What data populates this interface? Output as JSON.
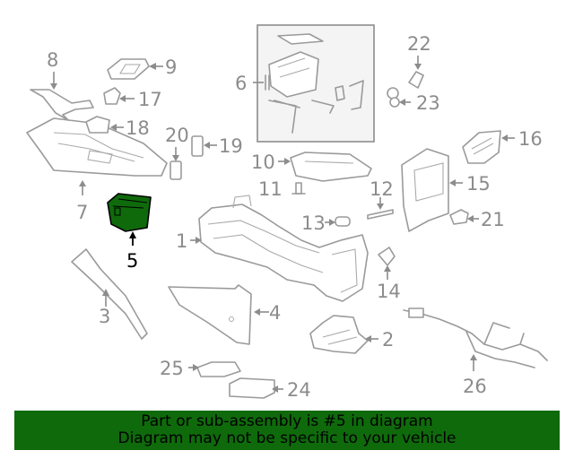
{
  "diagram": {
    "callouts": {
      "c1": "1",
      "c2": "2",
      "c3": "3",
      "c4": "4",
      "c5": "5",
      "c6": "6",
      "c7": "7",
      "c8": "8",
      "c9": "9",
      "c10": "10",
      "c11": "11",
      "c12": "12",
      "c13": "13",
      "c14": "14",
      "c15": "15",
      "c16": "16",
      "c17": "17",
      "c18": "18",
      "c19": "19",
      "c20": "20",
      "c21": "21",
      "c22": "22",
      "c23": "23",
      "c24": "24",
      "c25": "25",
      "c26": "26"
    },
    "highlighted_part": "5",
    "colors": {
      "highlight_fill": "#0f6a0b",
      "line_art": "#9a9a9a",
      "callout_text": "#8c8c8c"
    }
  },
  "banner": {
    "line1": "Part or sub-assembly is #5 in diagram",
    "line2": "Diagram may not be specific to your vehicle",
    "background": "#0f6a0b"
  }
}
